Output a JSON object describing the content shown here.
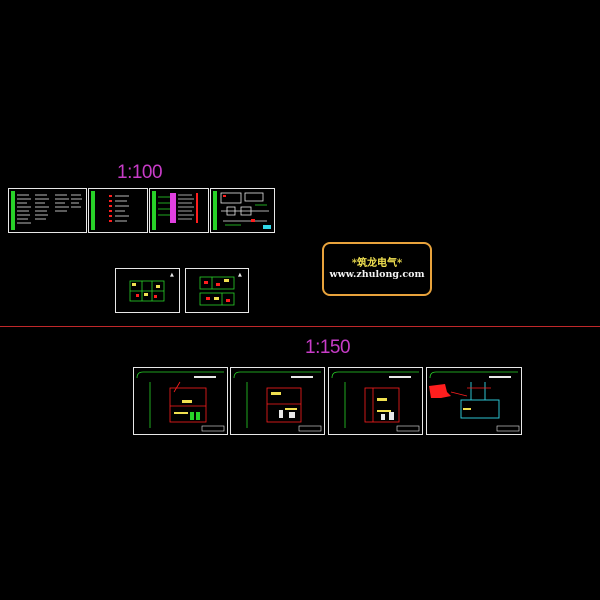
{
  "canvas": {
    "background": "#000000"
  },
  "scales": {
    "top_label": "1:100",
    "bottom_label": "1:150"
  },
  "stamp": {
    "title": "*筑龙电气*",
    "url": "www.zhulong.com"
  },
  "colors": {
    "scale_text": "#c83cc8",
    "divider": "#c0282a",
    "sheet_border": "#e8e8e8",
    "stamp_border": "#e8a33c",
    "stamp_title": "#f0e050",
    "accent_red": "#ff1e1e",
    "accent_green": "#28d228",
    "accent_magenta": "#e040e0",
    "accent_yellow": "#f0e050",
    "accent_cyan": "#30d8e8"
  },
  "sheets": {
    "upper_row": [
      "sheet-list",
      "legend-sheet",
      "system-diagram",
      "distribution-diagram"
    ],
    "middle_row": [
      "floor-plan-a",
      "floor-plan-b"
    ],
    "bottom_row": [
      "site-plan-1",
      "site-plan-2",
      "site-plan-3",
      "site-plan-4"
    ]
  }
}
